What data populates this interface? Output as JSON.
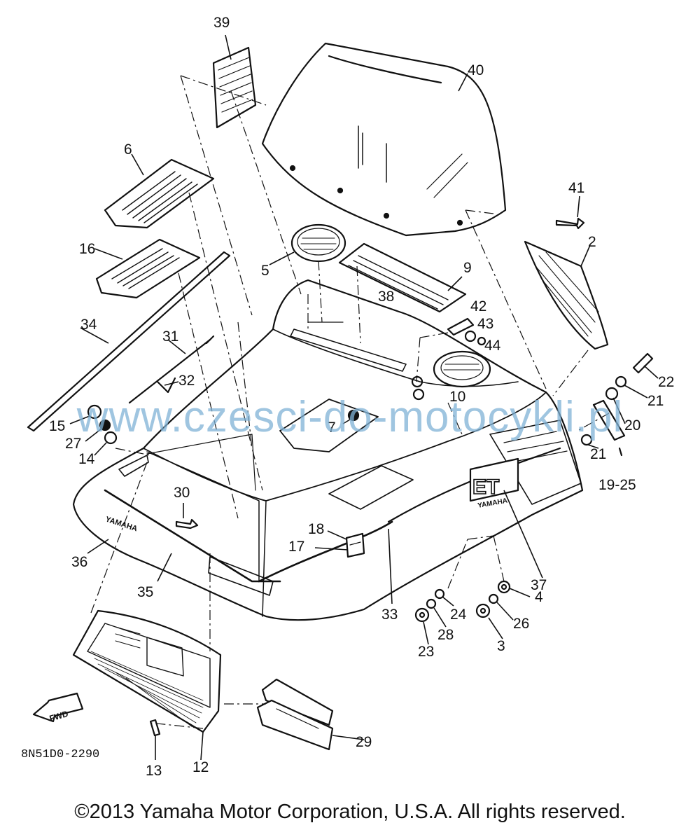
{
  "diagram": {
    "part_numbers": {
      "p39": "39",
      "p40": "40",
      "p6": "6",
      "p41": "41",
      "p2": "2",
      "p16": "16",
      "p5": "5",
      "p9": "9",
      "p38": "38",
      "p42": "42",
      "p43": "43",
      "p44": "44",
      "p34": "34",
      "p31": "31",
      "p32": "32",
      "p22": "22",
      "p21a": "21",
      "p20": "20",
      "p10": "10",
      "p15": "15",
      "p27": "27",
      "p7": "7",
      "p14": "14",
      "p21b": "21",
      "p1925": "19-25",
      "p30": "30",
      "p18": "18",
      "p17": "17",
      "p36": "36",
      "p35": "35",
      "p37": "37",
      "p4": "4",
      "p33": "33",
      "p24": "24",
      "p26": "26",
      "p28": "28",
      "p23": "23",
      "p3": "3",
      "p29": "29",
      "p13": "13",
      "p12": "12"
    },
    "drawing_code": "8N51D0-2290",
    "fwd_label": "FWD",
    "emblem_text": "YAMAHA",
    "emblem_letters": "ET"
  },
  "copyright": "©2013 Yamaha Motor Corporation, U.S.A. All rights reserved.",
  "watermark": "www.czesci-do-motocykli.pl",
  "colors": {
    "ink": "#111111",
    "watermark": "#7fb2d6",
    "background": "#ffffff"
  }
}
